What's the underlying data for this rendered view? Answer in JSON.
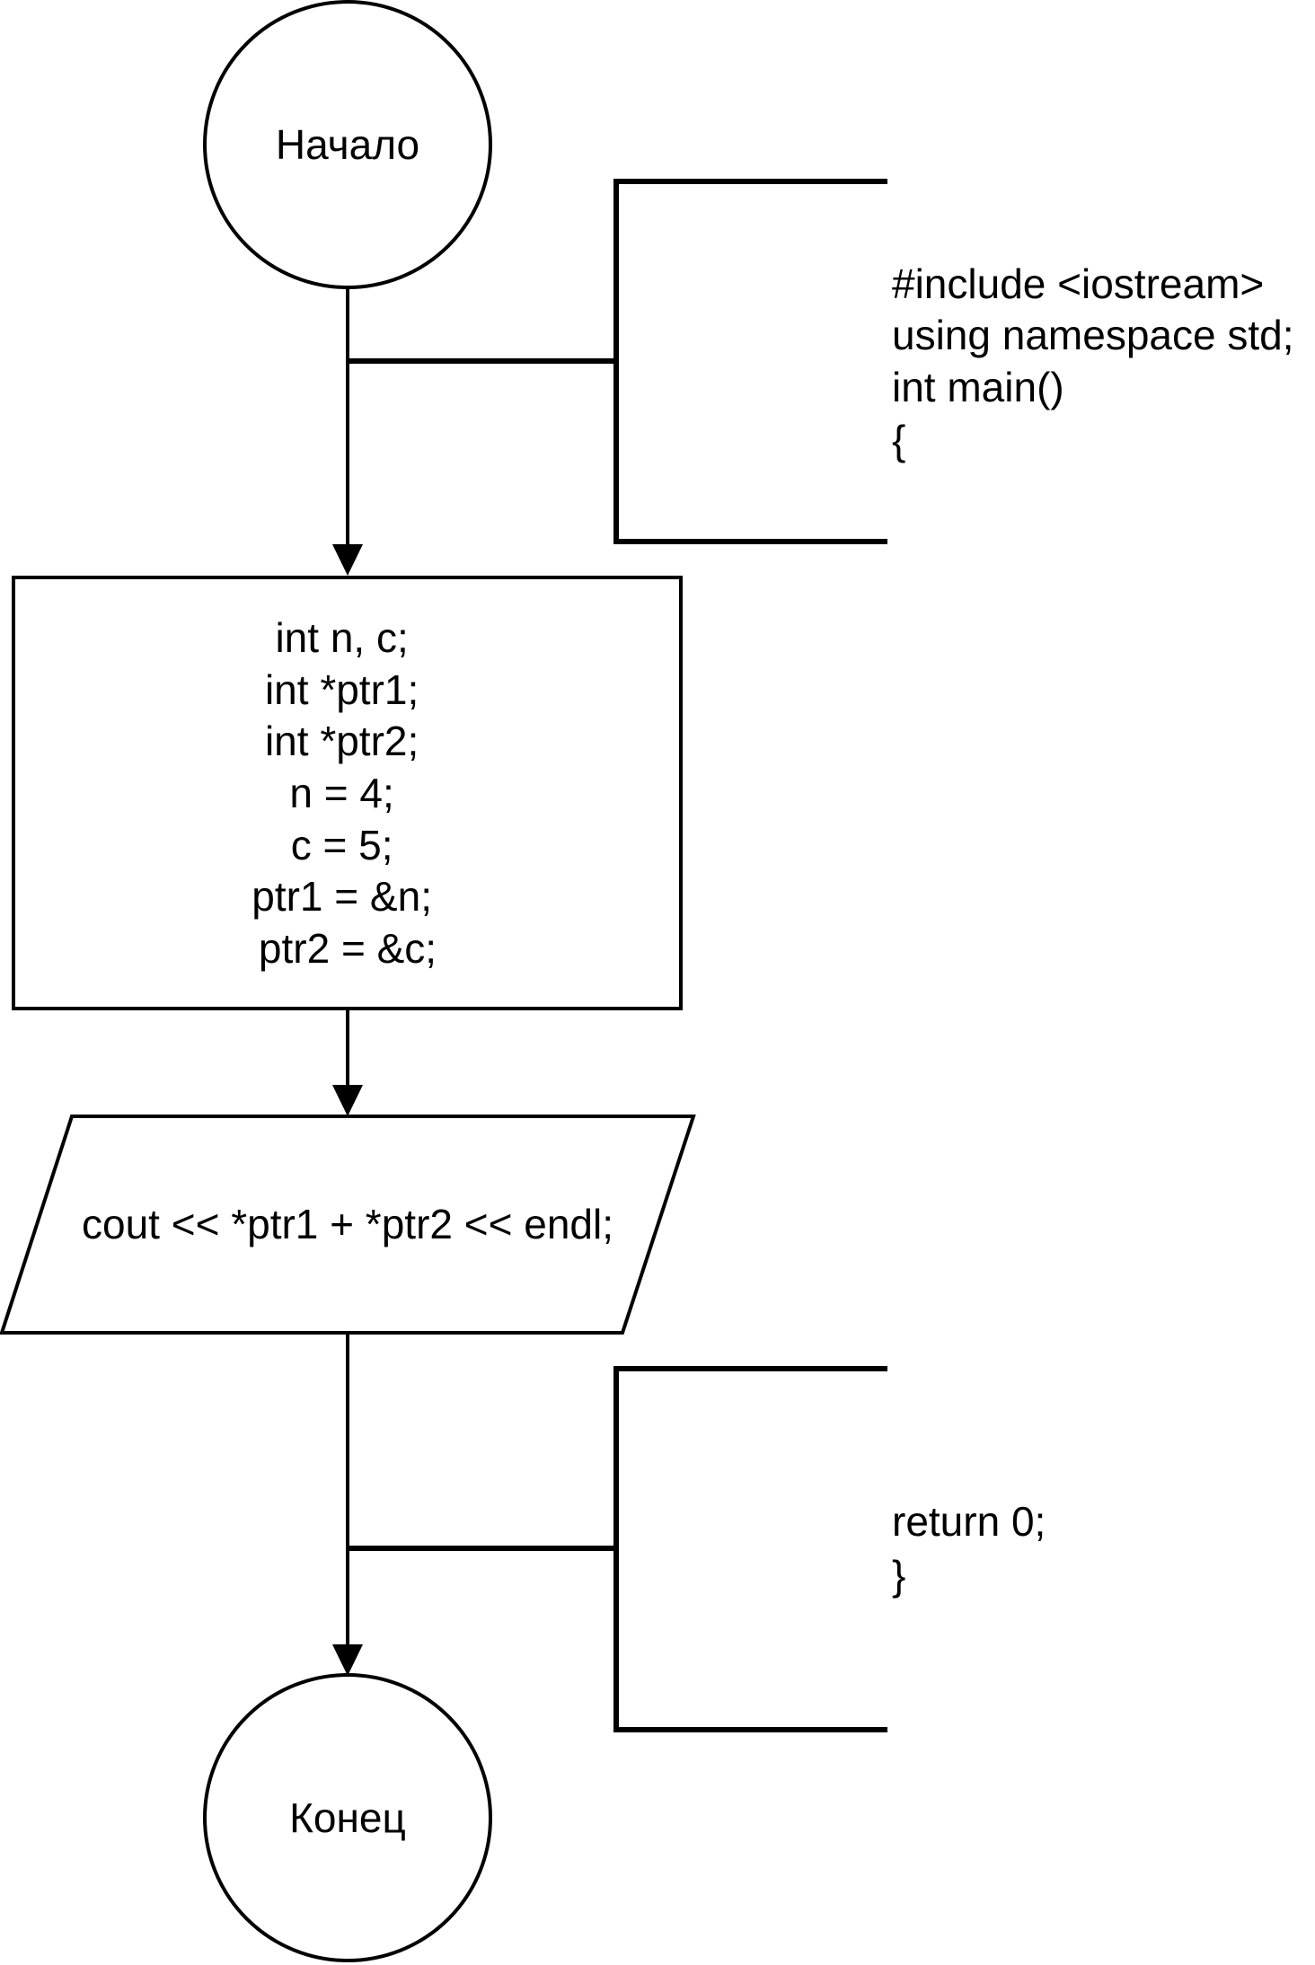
{
  "diagram": {
    "start": {
      "label": "Начало"
    },
    "declarations": {
      "lines": [
        "int n, c;",
        "int *ptr1;",
        "int *ptr2;",
        "n = 4;",
        "c = 5;",
        "ptr1 = &n;",
        "ptr2 = &c;"
      ]
    },
    "output": {
      "label": "cout << *ptr1 + *ptr2 << endl;"
    },
    "end": {
      "label": "Конец"
    },
    "comment_top": {
      "lines": [
        "#include <iostream>",
        "using namespace std;",
        "int main()",
        "{"
      ]
    },
    "comment_bottom": {
      "lines": [
        "return 0;",
        "}"
      ]
    }
  }
}
